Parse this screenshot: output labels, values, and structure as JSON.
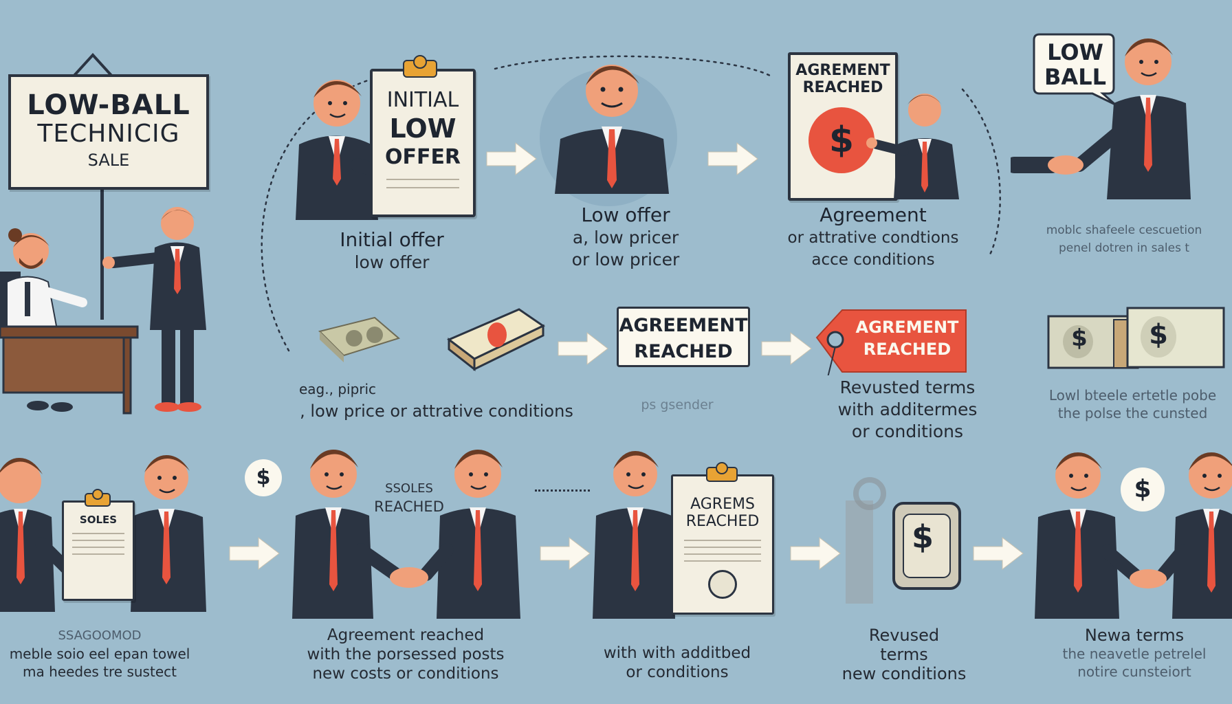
{
  "sign": {
    "line1": "LOW-BALL",
    "line2": "TECHNICIG",
    "line3": "SALE"
  },
  "bubble_top": {
    "line1": "LOW",
    "line2": "BALL"
  },
  "row1": {
    "clipboard_initial": {
      "line1": "INITIAL",
      "line2": "LOW",
      "line3": "OFFER"
    },
    "step1": {
      "title": "Initial offer",
      "sub": "low offer"
    },
    "step2": {
      "title": "Low offer",
      "sub1": "a, low pricer",
      "sub2": "or low pricer"
    },
    "card_agreement": {
      "line1": "AGREMENT",
      "line2": "REACHED"
    },
    "step3": {
      "title": "Agreement",
      "sub1": "or attrative condtions",
      "sub2": "acce conditions"
    },
    "step4": {
      "sub1": "moblc shafeele cescuetion",
      "sub2": "penel dotren in sales t"
    }
  },
  "row2": {
    "eg_label": {
      "line1": "eag., pipric",
      "line2": ", low price or attrative conditions"
    },
    "faint_mid": "ps gsender",
    "agreement_box": {
      "line1": "AGREEMENT",
      "line2": "REACHED"
    },
    "tag": {
      "line1": "AGREMENT",
      "line2": "REACHED"
    },
    "revised": {
      "line1": "Revusted terms",
      "line2": "with additermes",
      "line3": "or conditions"
    },
    "right_text": {
      "line1": "Lowl bteele ertetle pobe",
      "line2": "the polse the cunsted"
    }
  },
  "row3": {
    "clip_soles": "SOLES",
    "left_text": {
      "line1": "SSAGOOMOD",
      "line2": "meble soio eel epan  towel",
      "line3": "ma heedes tre sustect"
    },
    "soles_reached": {
      "line1": "SSOLES",
      "line2": "REACHED"
    },
    "step2": {
      "title": "Agreement reached",
      "sub1": "with the porsessed posts",
      "sub2": "new costs or conditions"
    },
    "clip_agreement": {
      "line1": "AGREMS",
      "line2": "REACHED"
    },
    "step3": {
      "sub1": "with with additbed",
      "sub2": "or conditions"
    },
    "step4": {
      "title": "Revused",
      "sub1": "terms",
      "sub2": "new conditions"
    },
    "step5": {
      "title": "Newa terms",
      "sub1": "the neavetle petrelel",
      "sub2": "notire cunsteiort"
    }
  },
  "icons": {
    "dollar": "$"
  },
  "colors": {
    "background": "#9dbccd",
    "accent_red": "#e8543f",
    "suit": "#2b3442",
    "skin": "#f0a07a",
    "hair": "#6a3b24",
    "paper": "#f3efe2"
  }
}
